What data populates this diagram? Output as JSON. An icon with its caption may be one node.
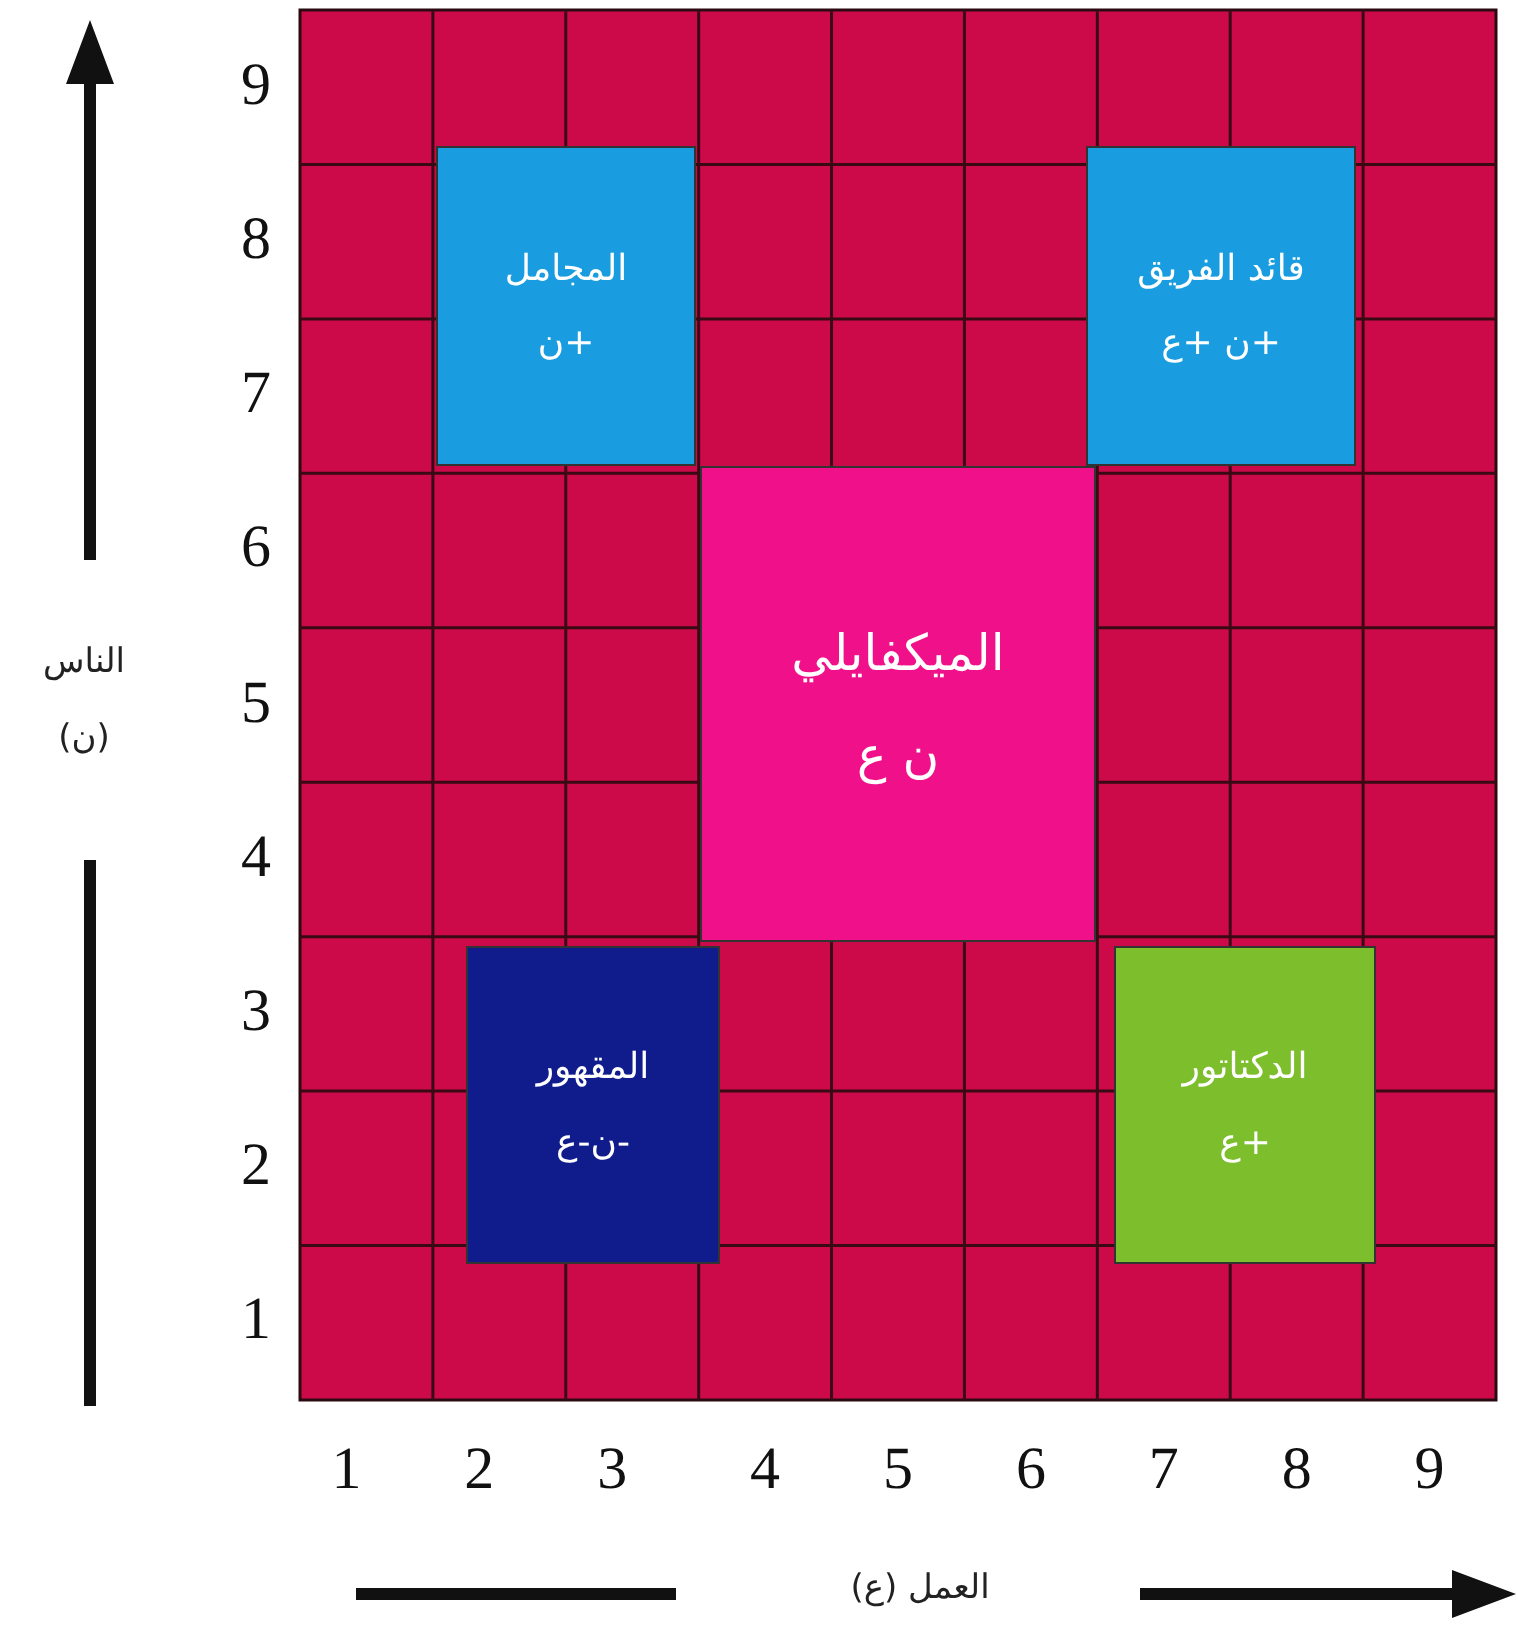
{
  "diagram": {
    "nodes": [
      {
        "text": [
          "المجامل",
          "+ن"
        ]
      },
      {
        "text": [
          "قائد الفريق",
          "+ن +ع"
        ]
      },
      {
        "text": [
          "الميكفايلي",
          "ن ع"
        ]
      },
      {
        "text": [
          "المقهور",
          "-ن-ع"
        ]
      },
      {
        "text": [
          "الدكتاتور",
          "+ع"
        ]
      }
    ],
    "edges": [],
    "labels": [
      "9",
      "8",
      "7",
      "الناس (ن)",
      "6",
      "5",
      "4",
      "3",
      "2",
      "1",
      "1",
      "2",
      "3",
      "4",
      "5",
      "6",
      "7",
      "8",
      "9",
      "العمل (ع)"
    ]
  }
}
